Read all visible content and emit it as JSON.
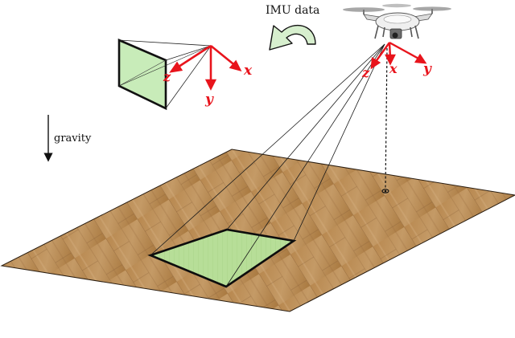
{
  "labels": {
    "imu": "IMU data",
    "gravity": "gravity"
  },
  "camera_frame": {
    "x": "x",
    "y": "y",
    "z": "z"
  },
  "drone_frame": {
    "x": "x",
    "y": "y",
    "z": "z"
  },
  "colors": {
    "axis": "#e8141c",
    "image_plane": "#c7ecb6",
    "footprint": "#b5dc93",
    "floor_light": "#c39863",
    "floor_dark": "#8e6336",
    "arrow": "#d8f0cf"
  },
  "icons": [
    "rotation-arrow-icon",
    "drone-icon",
    "camera-icon",
    "gravity-arrow-icon"
  ]
}
